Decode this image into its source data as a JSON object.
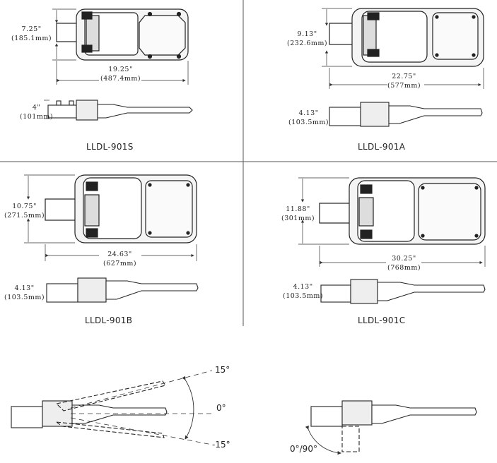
{
  "models": {
    "s": {
      "name": "LLDL-901S",
      "height": {
        "in": "7.25\"",
        "mm": "(185.1mm)"
      },
      "length": {
        "in": "19.25\"",
        "mm": "(487.4mm)"
      },
      "profile": {
        "in": "4\"",
        "mm": "(101mm)"
      }
    },
    "a": {
      "name": "LLDL-901A",
      "height": {
        "in": "9.13\"",
        "mm": "(232.6mm)"
      },
      "length": {
        "in": "22.75\"",
        "mm": "(577mm)"
      },
      "profile": {
        "in": "4.13\"",
        "mm": "(103.5mm)"
      }
    },
    "b": {
      "name": "LLDL-901B",
      "height": {
        "in": "10.75\"",
        "mm": "(271.5mm)"
      },
      "length": {
        "in": "24.63\"",
        "mm": "(627mm)"
      },
      "profile": {
        "in": "4.13\"",
        "mm": "(103.5mm)"
      }
    },
    "c": {
      "name": "LLDL-901C",
      "height": {
        "in": "11.88\"",
        "mm": "(301mm)"
      },
      "length": {
        "in": "30.25\"",
        "mm": "(768mm)"
      },
      "profile": {
        "in": "4.13\"",
        "mm": "(103.5mm)"
      }
    }
  },
  "tilt": {
    "up": "15°",
    "level": "0°",
    "down": "-15°"
  },
  "mount": {
    "label": "0°/90°"
  }
}
